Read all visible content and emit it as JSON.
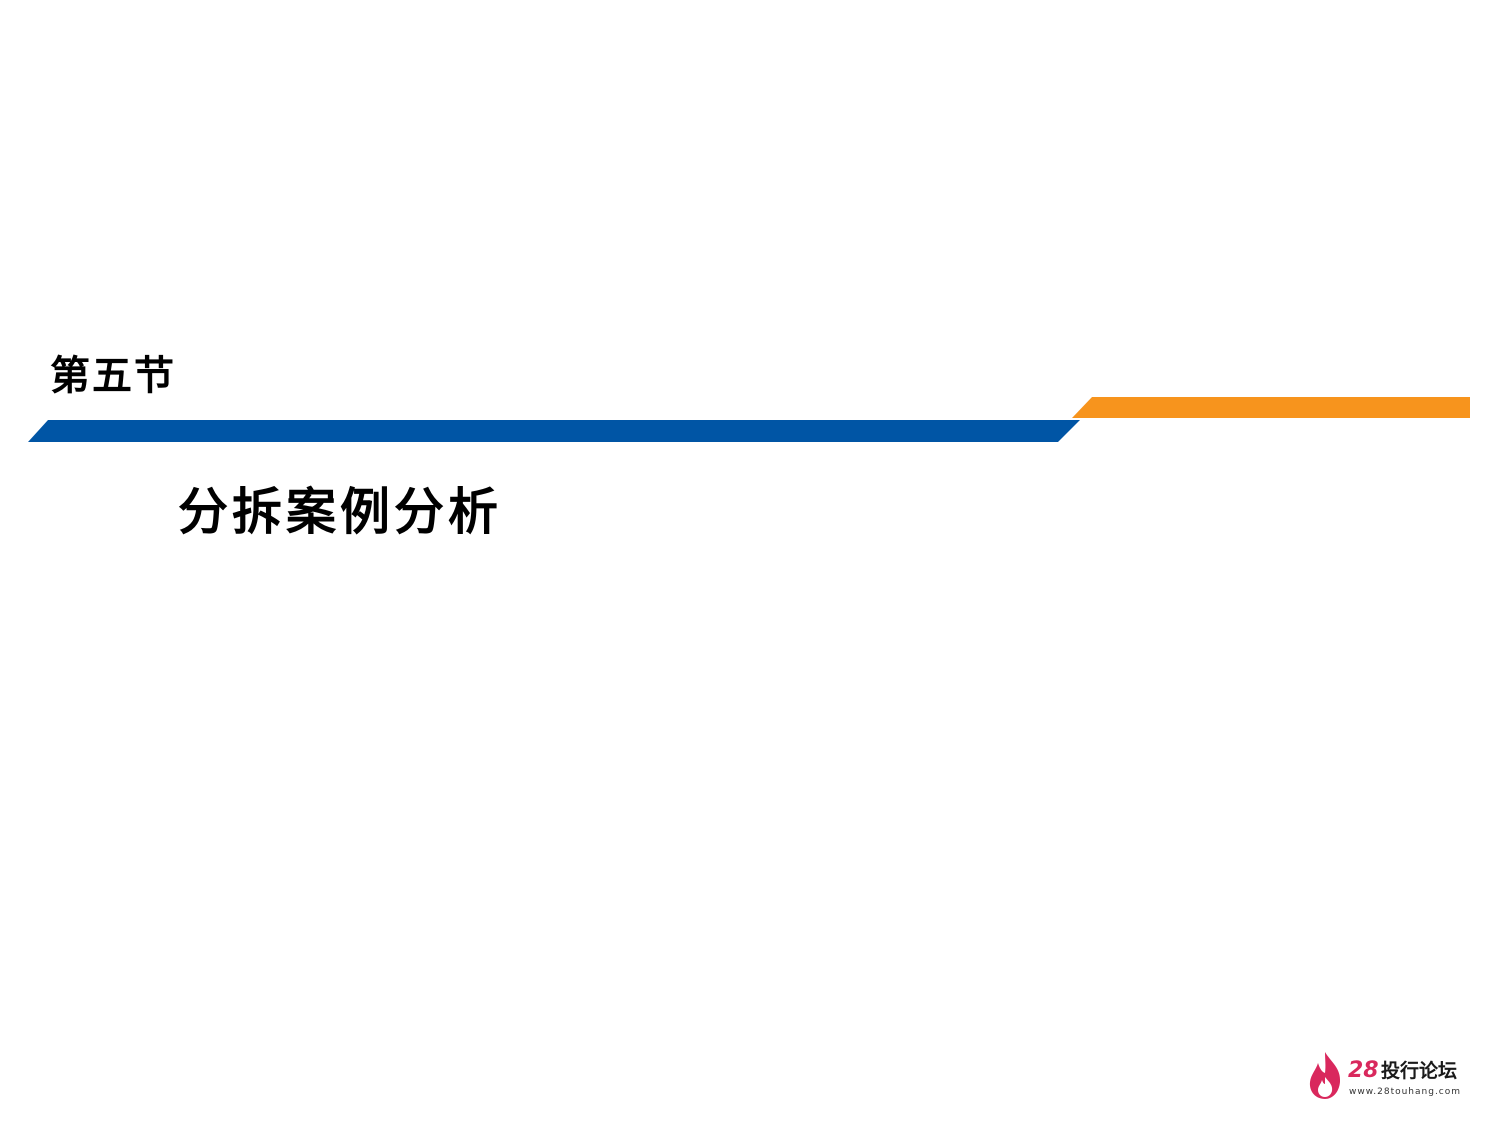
{
  "slide": {
    "section_label": "第五节",
    "title": "分拆案例分析"
  },
  "logo": {
    "number": "28",
    "name": "投行论坛",
    "url": "www.28touhang.com"
  },
  "colors": {
    "blue_band": "#0055a5",
    "orange_band": "#f7941d",
    "logo_flame": "#d9285d"
  }
}
